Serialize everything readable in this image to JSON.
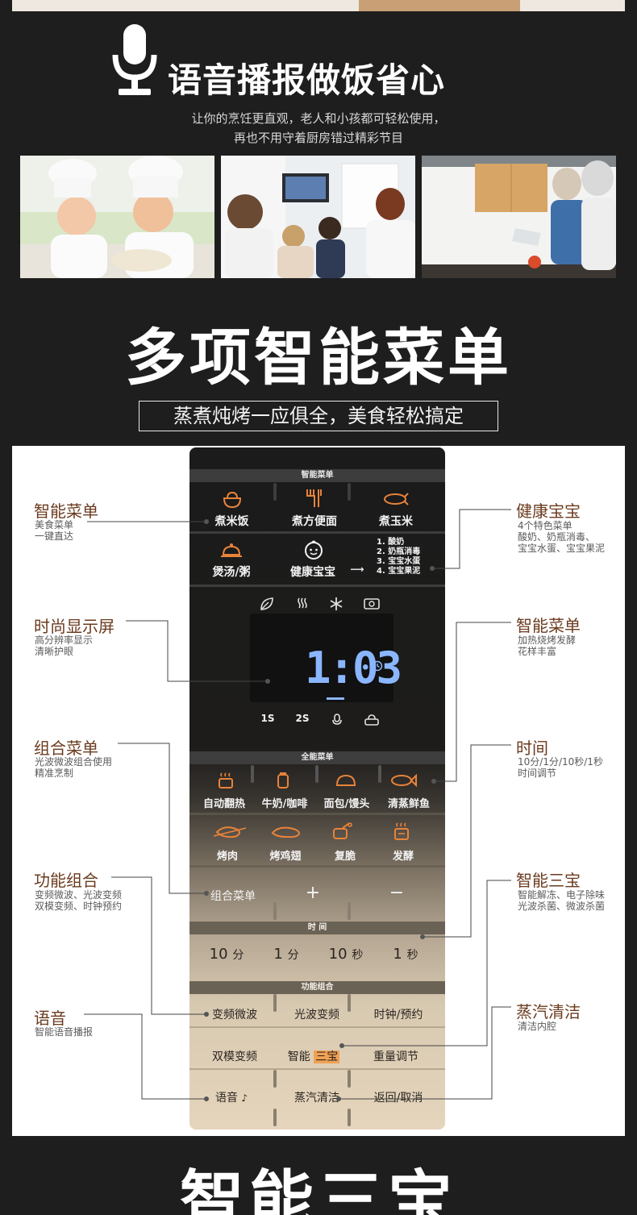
{
  "header": {
    "title": "语音播报做饭省心",
    "subtitle_line1": "让你的烹饪更直观，老人和小孩都可轻松使用，",
    "subtitle_line2": "再也不用守着厨房错过精彩节目"
  },
  "section2": {
    "title": "多项智能菜单",
    "tagline": "蒸煮炖烤一应俱全，美食轻松搞定"
  },
  "panel": {
    "bar_smart_menu": "智能菜单",
    "row1": [
      "煮米饭",
      "煮方便面",
      "煮玉米"
    ],
    "row2_left": "煲汤/粥",
    "row2_mid": "健康宝宝",
    "row2_arrow": "⟶",
    "baby_list": [
      "1. 酸奶",
      "2. 奶瓶消毒",
      "3. 宝宝水蛋",
      "4. 宝宝果泥"
    ],
    "display_digits": "1:03",
    "display_bottom": [
      "1S",
      "2S"
    ],
    "bar_full_menu": "全能菜单",
    "row3": [
      "自动翻热",
      "牛奶/咖啡",
      "面包/馒头",
      "清蒸鲜鱼"
    ],
    "row4": [
      "烤肉",
      "烤鸡翅",
      "复脆",
      "发酵"
    ],
    "row5": [
      "组合菜单",
      "+",
      "−"
    ],
    "bar_time": "时 间",
    "time_values": [
      {
        "num": "10",
        "unit": "分"
      },
      {
        "num": "1",
        "unit": "分"
      },
      {
        "num": "10",
        "unit": "秒"
      },
      {
        "num": "1",
        "unit": "秒"
      }
    ],
    "bar_function": "功能组合",
    "row6": [
      "变频微波",
      "光波变频",
      "时钟/预约"
    ],
    "row7_left": "双模变频",
    "row7_mid_prefix": "智能",
    "row7_mid_highlight": "三宝",
    "row7_right": "重量调节",
    "row8": [
      "语音",
      "蒸汽清洁",
      "返回/取消"
    ]
  },
  "annotations_left": [
    {
      "title": "智能菜单",
      "sub": [
        "美食菜单",
        "一键直达"
      ]
    },
    {
      "title": "时尚显示屏",
      "sub": [
        "高分辨率显示",
        "清晰护眼"
      ]
    },
    {
      "title": "组合菜单",
      "sub": [
        "光波微波组合使用",
        "精准烹制"
      ]
    },
    {
      "title": "功能组合",
      "sub": [
        "变频微波、光波变频",
        "双模变频、时钟预约"
      ]
    },
    {
      "title": "语音",
      "sub": [
        "智能语音播报"
      ]
    }
  ],
  "annotations_right": [
    {
      "title": "健康宝宝",
      "sub": [
        "4个特色菜单",
        "酸奶、奶瓶消毒、",
        "宝宝水蛋、宝宝果泥"
      ]
    },
    {
      "title": "智能菜单",
      "sub": [
        "加热烧烤发酵",
        "花样丰富"
      ]
    },
    {
      "title": "时间",
      "sub": [
        "10分/1分/10秒/1秒",
        "时间调节"
      ]
    },
    {
      "title": "智能三宝",
      "sub": [
        "智能解冻、电子除味",
        "光波杀菌、微波杀菌"
      ]
    },
    {
      "title": "蒸汽清洁",
      "sub": [
        "清洁内腔"
      ]
    }
  ],
  "footer": {
    "title": "智能三宝"
  },
  "colors": {
    "background": "#1e1e1e",
    "annotation_title": "#6b3b1f",
    "icon_orange": "#e8833a",
    "display_blue": "#8ab6ff",
    "highlight": "#f1a153"
  }
}
